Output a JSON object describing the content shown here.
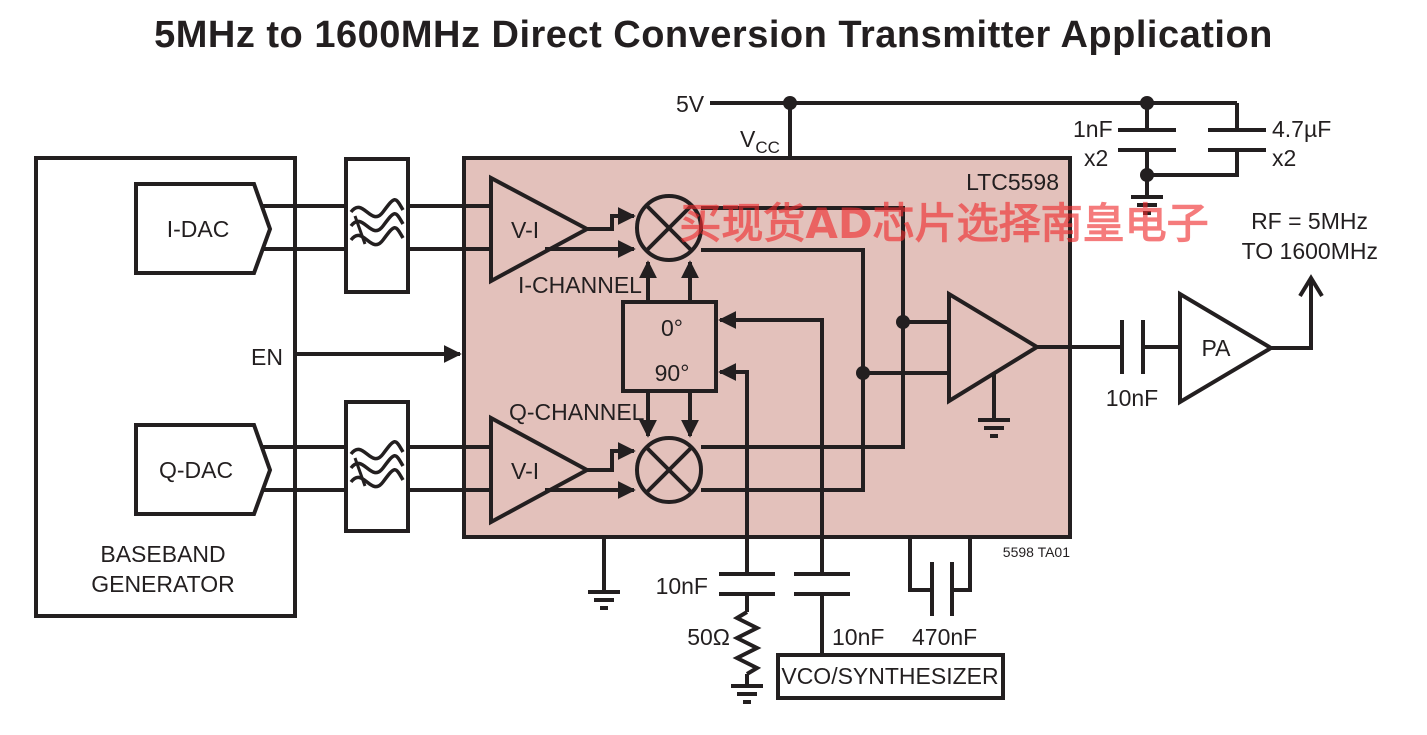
{
  "title": "5MHz to 1600MHz Direct Conversion Transmitter Application",
  "labels": {
    "supply": "5V",
    "vcc": "V",
    "vcc_sub": "CC",
    "cap_1nf": "1nF",
    "cap_1nf_qty": "x2",
    "cap_4u7": "4.7µF",
    "cap_4u7_qty": "x2",
    "chip": "LTC5598",
    "rf_line1": "RF = 5MHz",
    "rf_line2": "TO 1600MHz",
    "i_dac": "I-DAC",
    "q_dac": "Q-DAC",
    "en": "EN",
    "vi_top": "V-I",
    "vi_bottom": "V-I",
    "i_channel": "I-CHANNEL",
    "q_channel": "Q-CHANNEL",
    "phase_0": "0°",
    "phase_90": "90°",
    "pa": "PA",
    "cap_out": "10nF",
    "baseband_line1": "BASEBAND",
    "baseband_line2": "GENERATOR",
    "figure_id": "5598 TA01",
    "cap_lo1": "10nF",
    "res_50": "50Ω",
    "cap_lo2": "10nF",
    "cap_470": "470nF",
    "vco": "VCO/SYNTHESIZER"
  },
  "watermark": "买现货AD芯片选择南皇电子",
  "colors": {
    "chip_fill": "#e3c1bb",
    "line": "#231f20",
    "watermark": "#ef2b2d"
  },
  "icons": [
    "lowpass-filter-icon",
    "mixer-icon",
    "ground-icon",
    "antenna-icon",
    "capacitor-icon",
    "resistor-icon"
  ]
}
